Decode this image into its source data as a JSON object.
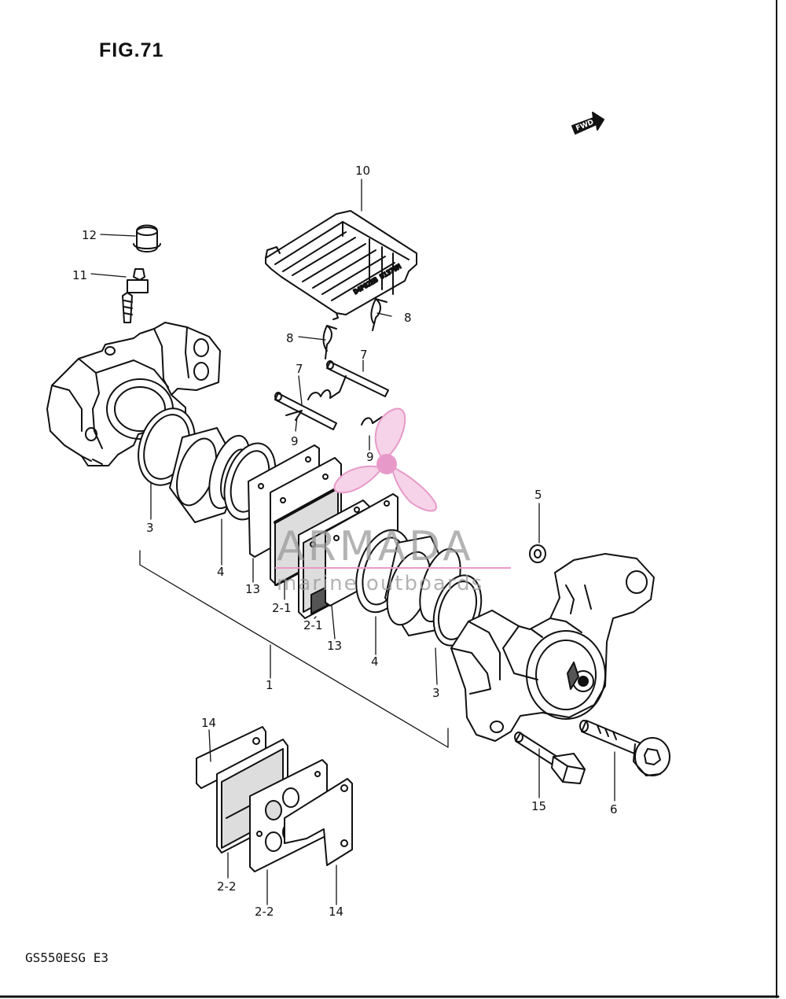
{
  "figure_title": "FIG.71",
  "model_code": "GS550ESG E3",
  "fwd_badge": "FWD",
  "part_stamp": "D4P02EB D1379M",
  "watermark": {
    "brand": "ARMADA",
    "tagline": "marine outboards",
    "colors": {
      "logo": "#e79ac9",
      "text": "#9a9a9a",
      "rule": "#e79ac9"
    }
  },
  "callouts": [
    "10",
    "12",
    "11",
    "8",
    "8",
    "7",
    "7",
    "9",
    "9",
    "3",
    "4",
    "13",
    "2-1",
    "2-1",
    "13",
    "4",
    "3",
    "5",
    "1",
    "14",
    "2-2",
    "2-2",
    "14",
    "15",
    "6"
  ]
}
